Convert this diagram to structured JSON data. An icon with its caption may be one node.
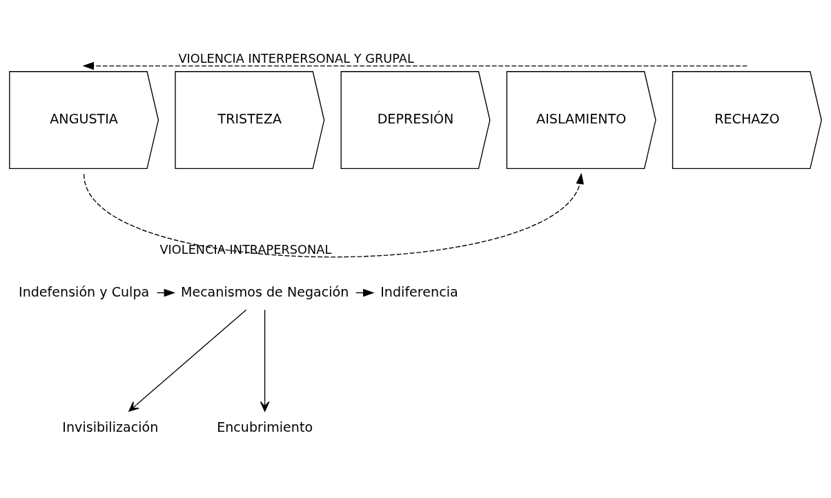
{
  "diagram": {
    "nodes": [
      {
        "text": [
          "ANGUSTIA"
        ]
      },
      {
        "text": [
          "TRISTEZA"
        ]
      },
      {
        "text": [
          "DEPRESIÓN"
        ]
      },
      {
        "text": [
          "AISLAMIENTO"
        ]
      },
      {
        "text": [
          "RECHAZO"
        ]
      },
      {
        "text": [
          "Indefensión y Culpa"
        ]
      },
      {
        "text": [
          "Mecanismos de Negación"
        ]
      },
      {
        "text": [
          "Indiferencia"
        ]
      },
      {
        "text": [
          "Invisibilización"
        ]
      },
      {
        "text": [
          "Encubrimiento"
        ]
      }
    ],
    "edges": [
      {
        "from": 4,
        "to": 0,
        "arrow": "to",
        "style": "dashed",
        "label": "VIOLENCIA INTERPERSONAL Y GRUPAL"
      },
      {
        "from": 0,
        "to": 3,
        "arrow": "to",
        "style": "dashed",
        "label": "VIOLENCIA INTRAPERSONAL"
      },
      {
        "from": 5,
        "to": 6,
        "arrow": "to"
      },
      {
        "from": 6,
        "to": 7,
        "arrow": "to"
      },
      {
        "from": 6,
        "to": 8,
        "arrow": "to"
      },
      {
        "from": 6,
        "to": 9,
        "arrow": "to"
      }
    ]
  }
}
